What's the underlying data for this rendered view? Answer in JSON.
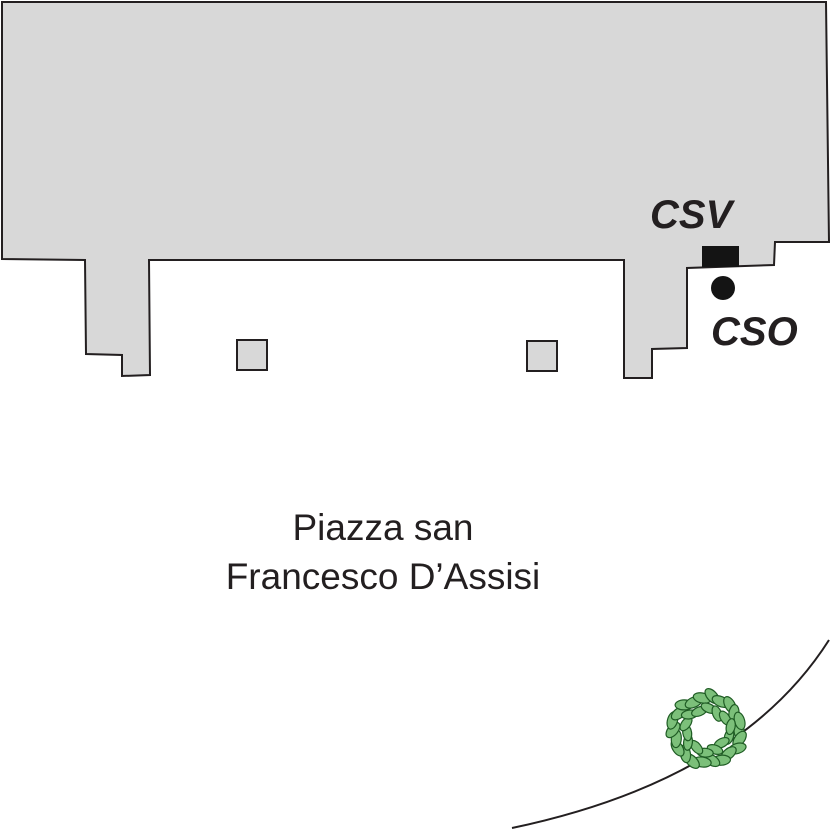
{
  "labels": {
    "csv": "CSV",
    "cso": "CSO",
    "square_line1": "Piazza san",
    "square_line2": "Francesco D’Assisi"
  },
  "colors": {
    "building_fill": "#d8d8d8",
    "outline": "#231f20",
    "marker": "#141414",
    "foliage_fill": "#7cc07a",
    "foliage_stroke": "#1f5c24",
    "background": "#ffffff"
  },
  "icons": {
    "csv_marker": "rectangle-marker",
    "cso_marker": "circle-marker",
    "tree": "tree-icon"
  }
}
